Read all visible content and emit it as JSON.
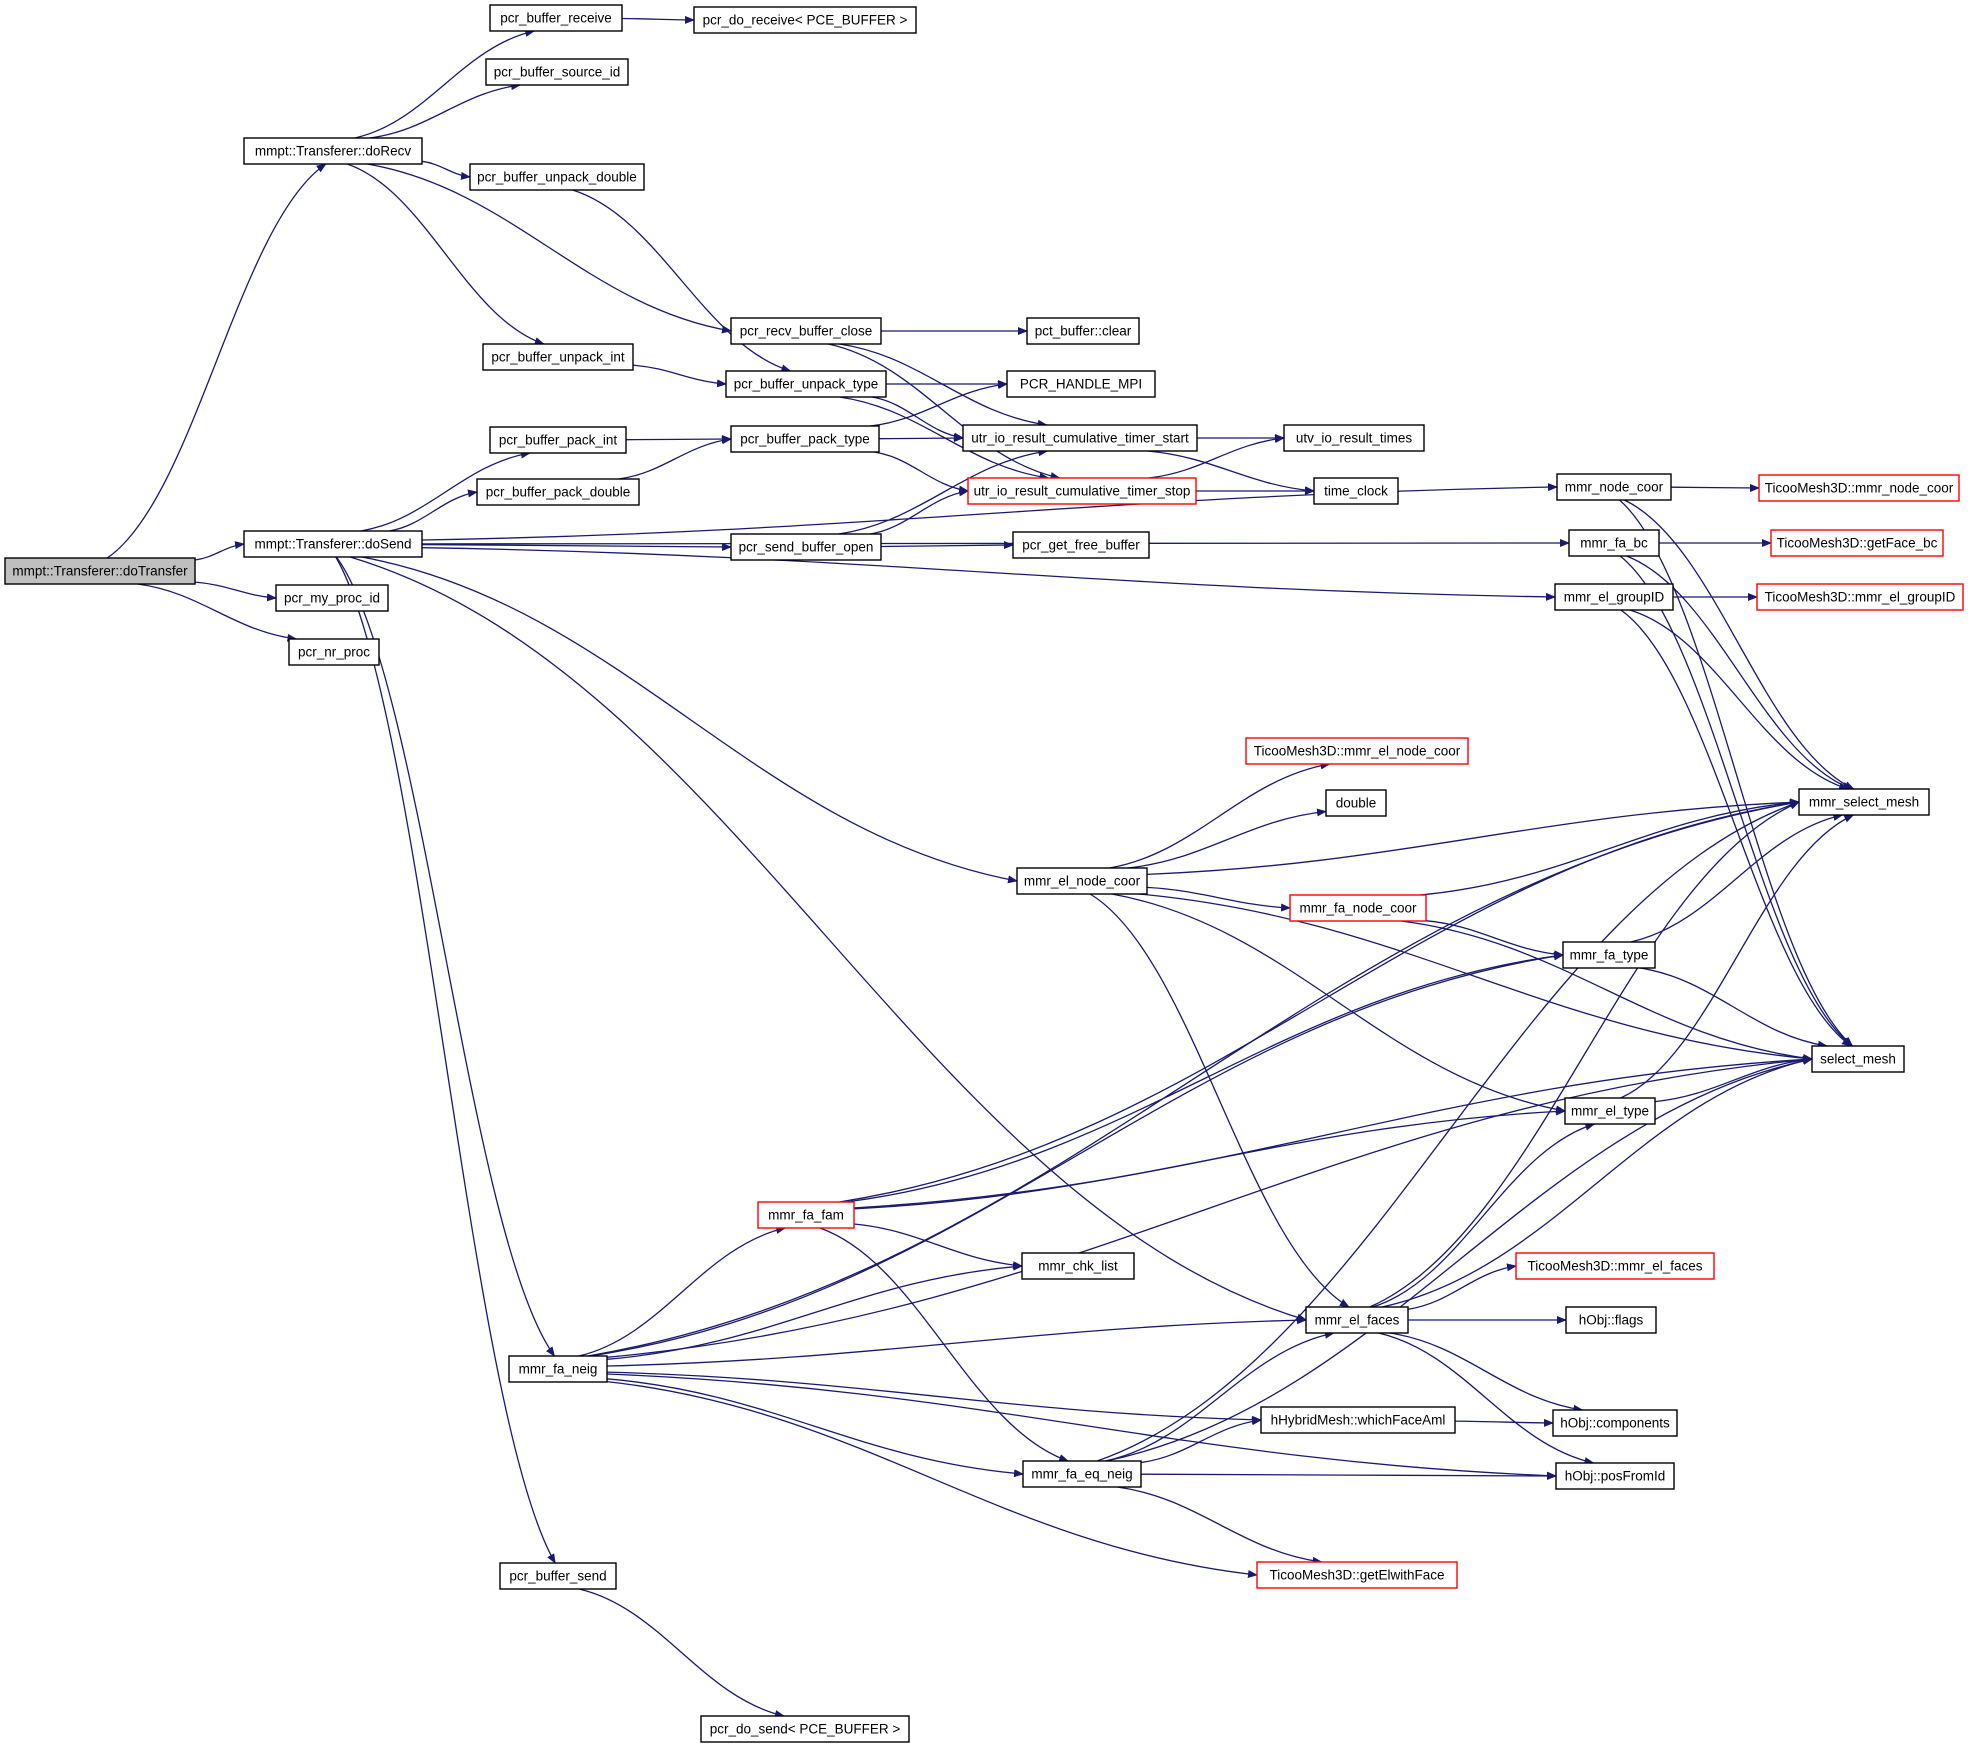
{
  "nodes": [
    {
      "id": "doTransfer",
      "label": "mmpt::Transferer::doTransfer",
      "root": true
    },
    {
      "id": "doRecv",
      "label": "mmpt::Transferer::doRecv"
    },
    {
      "id": "doSend",
      "label": "mmpt::Transferer::doSend"
    },
    {
      "id": "my_proc_id",
      "label": "pcr_my_proc_id"
    },
    {
      "id": "nr_proc",
      "label": "pcr_nr_proc"
    },
    {
      "id": "buf_receive",
      "label": "pcr_buffer_receive"
    },
    {
      "id": "do_receive",
      "label": "pcr_do_receive< PCE_BUFFER >"
    },
    {
      "id": "source_id",
      "label": "pcr_buffer_source_id"
    },
    {
      "id": "unpack_double",
      "label": "pcr_buffer_unpack_double"
    },
    {
      "id": "unpack_int",
      "label": "pcr_buffer_unpack_int"
    },
    {
      "id": "pack_int",
      "label": "pcr_buffer_pack_int"
    },
    {
      "id": "pack_double",
      "label": "pcr_buffer_pack_double"
    },
    {
      "id": "recv_close",
      "label": "pcr_recv_buffer_close"
    },
    {
      "id": "unpack_type",
      "label": "pcr_buffer_unpack_type"
    },
    {
      "id": "pack_type",
      "label": "pcr_buffer_pack_type"
    },
    {
      "id": "send_open",
      "label": "pcr_send_buffer_open"
    },
    {
      "id": "pct_clear",
      "label": "pct_buffer::clear"
    },
    {
      "id": "handle_mpi",
      "label": "PCR_HANDLE_MPI"
    },
    {
      "id": "timer_start",
      "label": "utr_io_result_cumulative_timer_start"
    },
    {
      "id": "timer_stop",
      "label": "utr_io_result_cumulative_timer_stop",
      "red": true
    },
    {
      "id": "get_free",
      "label": "pcr_get_free_buffer"
    },
    {
      "id": "result_times",
      "label": "utv_io_result_times"
    },
    {
      "id": "time_clock",
      "label": "time_clock"
    },
    {
      "id": "node_coor",
      "label": "mmr_node_coor"
    },
    {
      "id": "fa_bc",
      "label": "mmr_fa_bc"
    },
    {
      "id": "el_groupID",
      "label": "mmr_el_groupID"
    },
    {
      "id": "t_node_coor",
      "label": "TicooMesh3D::mmr_node_coor",
      "red": true
    },
    {
      "id": "t_getFace_bc",
      "label": "TicooMesh3D::getFace_bc",
      "red": true
    },
    {
      "id": "t_el_groupID",
      "label": "TicooMesh3D::mmr_el_groupID",
      "red": true
    },
    {
      "id": "t_el_node_coor",
      "label": "TicooMesh3D::mmr_el_node_coor",
      "red": true
    },
    {
      "id": "double",
      "label": "double"
    },
    {
      "id": "el_node_coor",
      "label": "mmr_el_node_coor"
    },
    {
      "id": "fa_node_coor",
      "label": "mmr_fa_node_coor",
      "red": true
    },
    {
      "id": "mmr_select_mesh",
      "label": "mmr_select_mesh"
    },
    {
      "id": "fa_type",
      "label": "mmr_fa_type"
    },
    {
      "id": "select_mesh",
      "label": "select_mesh"
    },
    {
      "id": "el_type",
      "label": "mmr_el_type"
    },
    {
      "id": "fa_fam",
      "label": "mmr_fa_fam",
      "red": true
    },
    {
      "id": "chk_list",
      "label": "mmr_chk_list"
    },
    {
      "id": "t_el_faces",
      "label": "TicooMesh3D::mmr_el_faces",
      "red": true
    },
    {
      "id": "el_faces",
      "label": "mmr_el_faces"
    },
    {
      "id": "flags",
      "label": "hObj::flags"
    },
    {
      "id": "fa_neig",
      "label": "mmr_fa_neig"
    },
    {
      "id": "whichFaceAml",
      "label": "hHybridMesh::whichFaceAml"
    },
    {
      "id": "components",
      "label": "hObj::components"
    },
    {
      "id": "fa_eq_neig",
      "label": "mmr_fa_eq_neig"
    },
    {
      "id": "posFromId",
      "label": "hObj::posFromId"
    },
    {
      "id": "buf_send",
      "label": "pcr_buffer_send"
    },
    {
      "id": "getElwithFace",
      "label": "TicooMesh3D::getElwithFace",
      "red": true
    },
    {
      "id": "do_send",
      "label": "pcr_do_send< PCE_BUFFER >"
    }
  ],
  "edges": [
    [
      "doTransfer",
      "doRecv"
    ],
    [
      "doTransfer",
      "doSend"
    ],
    [
      "doTransfer",
      "my_proc_id"
    ],
    [
      "doTransfer",
      "nr_proc"
    ],
    [
      "doRecv",
      "buf_receive"
    ],
    [
      "doRecv",
      "source_id"
    ],
    [
      "doRecv",
      "recv_close"
    ],
    [
      "doRecv",
      "unpack_double"
    ],
    [
      "doRecv",
      "unpack_int"
    ],
    [
      "buf_receive",
      "do_receive"
    ],
    [
      "unpack_double",
      "unpack_type"
    ],
    [
      "unpack_int",
      "unpack_type"
    ],
    [
      "recv_close",
      "pct_clear"
    ],
    [
      "recv_close",
      "timer_start"
    ],
    [
      "recv_close",
      "timer_stop"
    ],
    [
      "unpack_type",
      "handle_mpi"
    ],
    [
      "unpack_type",
      "timer_start"
    ],
    [
      "unpack_type",
      "timer_stop"
    ],
    [
      "pack_type",
      "handle_mpi"
    ],
    [
      "pack_type",
      "timer_start"
    ],
    [
      "pack_type",
      "timer_stop"
    ],
    [
      "send_open",
      "get_free"
    ],
    [
      "send_open",
      "timer_start"
    ],
    [
      "send_open",
      "timer_stop"
    ],
    [
      "timer_start",
      "result_times"
    ],
    [
      "timer_start",
      "time_clock"
    ],
    [
      "timer_stop",
      "result_times"
    ],
    [
      "timer_stop",
      "time_clock"
    ],
    [
      "doSend",
      "node_coor"
    ],
    [
      "doSend",
      "fa_bc"
    ],
    [
      "doSend",
      "pack_int"
    ],
    [
      "doSend",
      "pack_double"
    ],
    [
      "doSend",
      "send_open"
    ],
    [
      "doSend",
      "el_groupID"
    ],
    [
      "doSend",
      "el_node_coor"
    ],
    [
      "doSend",
      "el_faces"
    ],
    [
      "doSend",
      "fa_neig"
    ],
    [
      "doSend",
      "buf_send"
    ],
    [
      "pack_int",
      "pack_type"
    ],
    [
      "pack_double",
      "pack_type"
    ],
    [
      "node_coor",
      "t_node_coor"
    ],
    [
      "node_coor",
      "mmr_select_mesh"
    ],
    [
      "node_coor",
      "select_mesh"
    ],
    [
      "fa_bc",
      "t_getFace_bc"
    ],
    [
      "fa_bc",
      "mmr_select_mesh"
    ],
    [
      "fa_bc",
      "select_mesh"
    ],
    [
      "el_groupID",
      "t_el_groupID"
    ],
    [
      "el_groupID",
      "mmr_select_mesh"
    ],
    [
      "el_groupID",
      "select_mesh"
    ],
    [
      "el_node_coor",
      "t_el_node_coor"
    ],
    [
      "el_node_coor",
      "double"
    ],
    [
      "el_node_coor",
      "mmr_select_mesh"
    ],
    [
      "el_node_coor",
      "fa_node_coor"
    ],
    [
      "el_node_coor",
      "select_mesh"
    ],
    [
      "el_node_coor",
      "el_type"
    ],
    [
      "el_node_coor",
      "el_faces"
    ],
    [
      "fa_node_coor",
      "mmr_select_mesh"
    ],
    [
      "fa_node_coor",
      "fa_type"
    ],
    [
      "fa_node_coor",
      "select_mesh"
    ],
    [
      "fa_type",
      "mmr_select_mesh"
    ],
    [
      "fa_type",
      "select_mesh"
    ],
    [
      "el_type",
      "mmr_select_mesh"
    ],
    [
      "el_type",
      "select_mesh"
    ],
    [
      "fa_fam",
      "mmr_select_mesh"
    ],
    [
      "fa_fam",
      "fa_type"
    ],
    [
      "fa_fam",
      "el_type"
    ],
    [
      "fa_fam",
      "select_mesh"
    ],
    [
      "fa_fam",
      "chk_list"
    ],
    [
      "fa_fam",
      "fa_eq_neig"
    ],
    [
      "el_faces",
      "mmr_select_mesh"
    ],
    [
      "el_faces",
      "el_type"
    ],
    [
      "el_faces",
      "t_el_faces"
    ],
    [
      "el_faces",
      "flags"
    ],
    [
      "el_faces",
      "select_mesh"
    ],
    [
      "el_faces",
      "components"
    ],
    [
      "el_faces",
      "posFromId"
    ],
    [
      "fa_neig",
      "mmr_select_mesh"
    ],
    [
      "fa_neig",
      "fa_type"
    ],
    [
      "fa_neig",
      "fa_fam"
    ],
    [
      "fa_neig",
      "chk_list"
    ],
    [
      "fa_neig",
      "el_faces"
    ],
    [
      "fa_neig",
      "whichFaceAml"
    ],
    [
      "fa_neig",
      "fa_eq_neig"
    ],
    [
      "fa_neig",
      "getElwithFace"
    ],
    [
      "fa_neig",
      "posFromId"
    ],
    [
      "fa_neig",
      "select_mesh"
    ],
    [
      "whichFaceAml",
      "components"
    ],
    [
      "fa_eq_neig",
      "mmr_select_mesh"
    ],
    [
      "fa_eq_neig",
      "el_faces"
    ],
    [
      "fa_eq_neig",
      "whichFaceAml"
    ],
    [
      "fa_eq_neig",
      "posFromId"
    ],
    [
      "fa_eq_neig",
      "getElwithFace"
    ],
    [
      "fa_eq_neig",
      "select_mesh"
    ],
    [
      "buf_send",
      "do_send"
    ]
  ]
}
